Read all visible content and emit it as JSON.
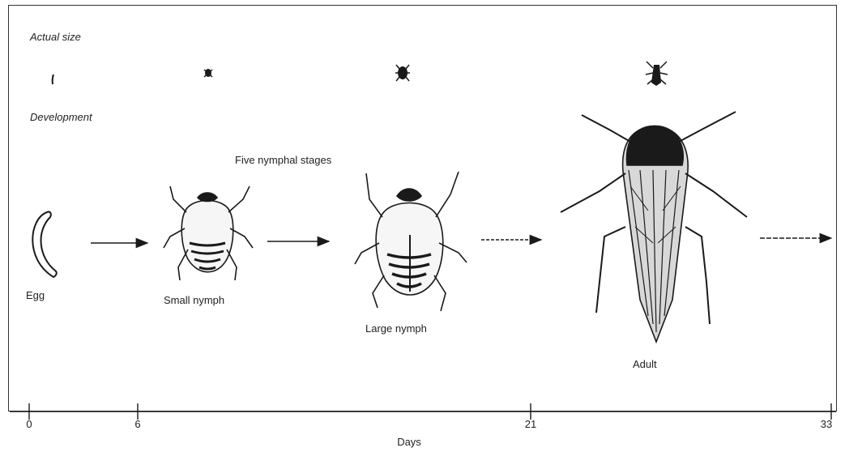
{
  "labels": {
    "actual_size": "Actual size",
    "development": "Development",
    "five_stages": "Five nymphal stages"
  },
  "stages": {
    "egg": "Egg",
    "small_nymph": "Small nymph",
    "large_nymph": "Large nymph",
    "adult": "Adult"
  },
  "timeline": {
    "unit_label": "Days",
    "ticks": [
      "0",
      "6",
      "21",
      "33"
    ]
  },
  "colors": {
    "ink": "#1a1a1a",
    "paper": "#ffffff"
  }
}
